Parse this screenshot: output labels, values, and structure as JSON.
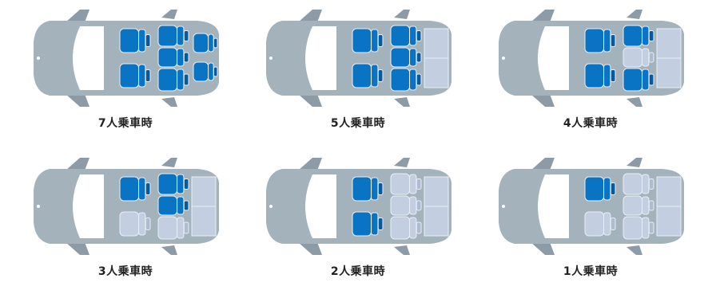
{
  "colors": {
    "car_body": "#a4b2bc",
    "car_shadow": "#8d9ba6",
    "window": "#ffffff",
    "seat_occupied": "#0a74c4",
    "seat_occupied_shade": "#075a9c",
    "seat_empty": "#c3cfe0",
    "seat_outline": "#e9eef6",
    "caption": "#222222"
  },
  "layouts": [
    {
      "caption": "7人乗車時",
      "seats": {
        "r1": [
          1,
          1
        ],
        "r2": [
          1,
          1,
          1
        ],
        "r3": [
          1,
          1
        ],
        "r3_folded": false
      }
    },
    {
      "caption": "5人乗車時",
      "seats": {
        "r1": [
          1,
          1
        ],
        "r2": [
          1,
          1,
          1
        ],
        "r3": [
          0,
          0
        ],
        "r3_folded": true
      }
    },
    {
      "caption": "4人乗車時",
      "seats": {
        "r1": [
          1,
          1
        ],
        "r2": [
          1,
          0,
          1
        ],
        "r3": [
          0,
          0
        ],
        "r3_folded": true
      }
    },
    {
      "caption": "3人乗車時",
      "seats": {
        "r1": [
          1,
          0
        ],
        "r2": [
          1,
          1,
          0
        ],
        "r3": [
          0,
          0
        ],
        "r3_folded": true
      }
    },
    {
      "caption": "2人乗車時",
      "seats": {
        "r1": [
          1,
          1
        ],
        "r2": [
          0,
          0,
          0
        ],
        "r3": [
          0,
          0
        ],
        "r3_folded": true
      }
    },
    {
      "caption": "1人乗車時",
      "seats": {
        "r1": [
          1,
          0
        ],
        "r2": [
          0,
          0,
          0
        ],
        "r3": [
          0,
          0
        ],
        "r3_folded": true
      }
    }
  ]
}
